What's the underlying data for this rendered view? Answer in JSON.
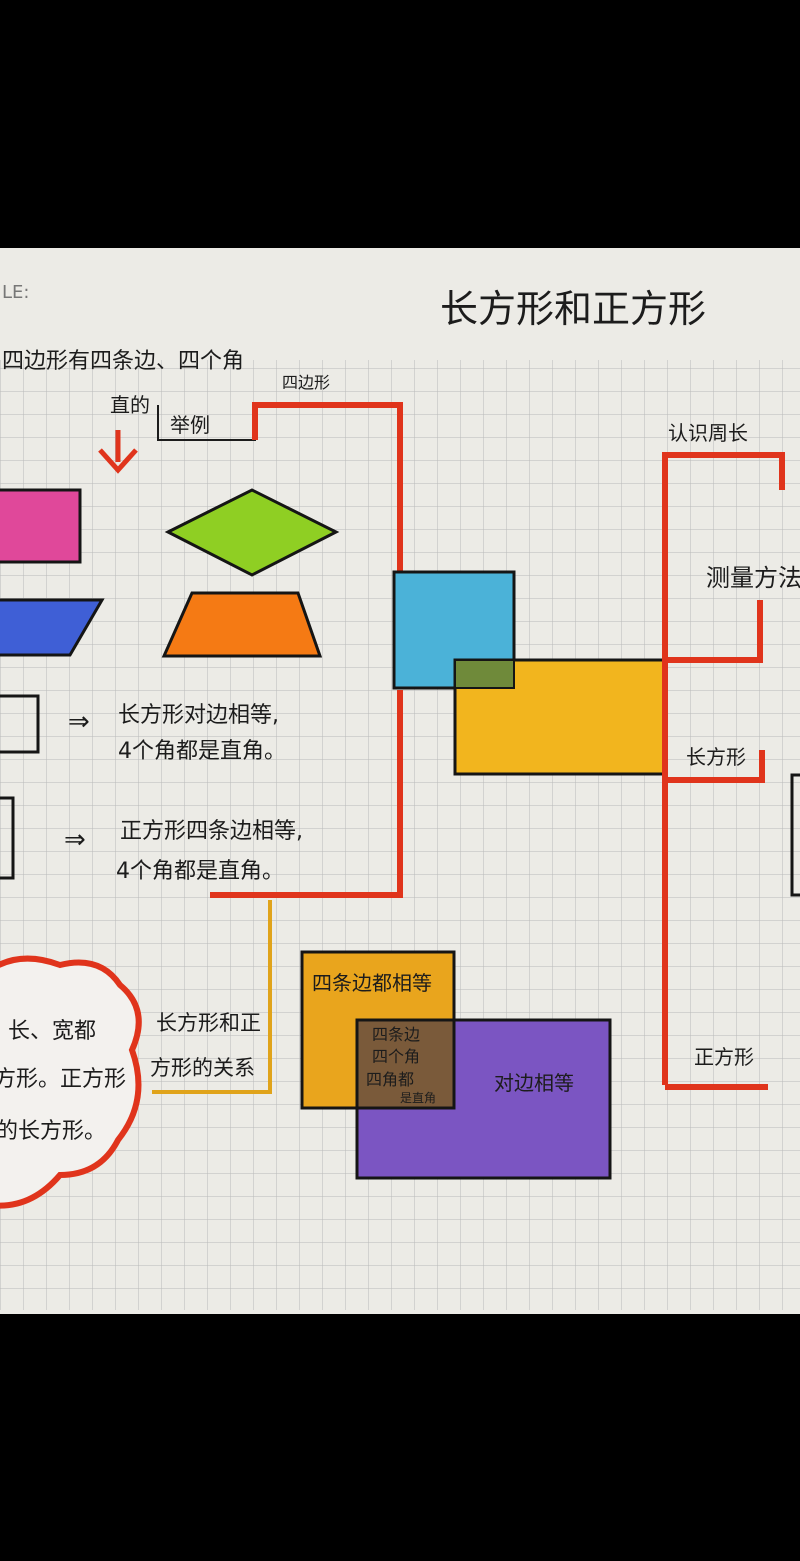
{
  "page": {
    "header_label": "LE:",
    "title": "长方形和正方形"
  },
  "left": {
    "intro_line": "四边形有四条边、四个角",
    "intro_sub_a": "直的",
    "intro_sub_b": "举例",
    "quad_label": "四边形"
  },
  "properties": {
    "arrow": "⇒",
    "rect_line1": "长方形对边相等,",
    "rect_line2": "4个角都是直角。",
    "square_line1": "正方形四条边相等,",
    "square_line2": "4个角都是直角。"
  },
  "relation": {
    "label_line1": "长方形和正",
    "label_line2": "方形的关系",
    "cloud_line1": "长、宽都",
    "cloud_line2": "方形。正方形",
    "cloud_line3": "的长方形。",
    "square_box_label": "四条边都相等",
    "overlap_line1": "四条边",
    "overlap_line2": "四个角",
    "overlap_line3": "四角都",
    "overlap_line4": "是直角",
    "rect_box_label": "对边相等"
  },
  "right": {
    "perimeter_label": "认识周长",
    "measure_label": "测量方法",
    "rect_label": "长方形",
    "square_label": "正方形"
  },
  "colors": {
    "paper": "#ecebe6",
    "grid": "#b9b9b9",
    "red_marker": "#e0341c",
    "pink": "#e0489a",
    "blue": "#3f5fd6",
    "green": "#8fcf23",
    "orange": "#f57a14",
    "cyan": "#4bb2d8",
    "gold": "#f2b51e",
    "amber": "#e9a51d",
    "violet": "#7b55c2"
  }
}
